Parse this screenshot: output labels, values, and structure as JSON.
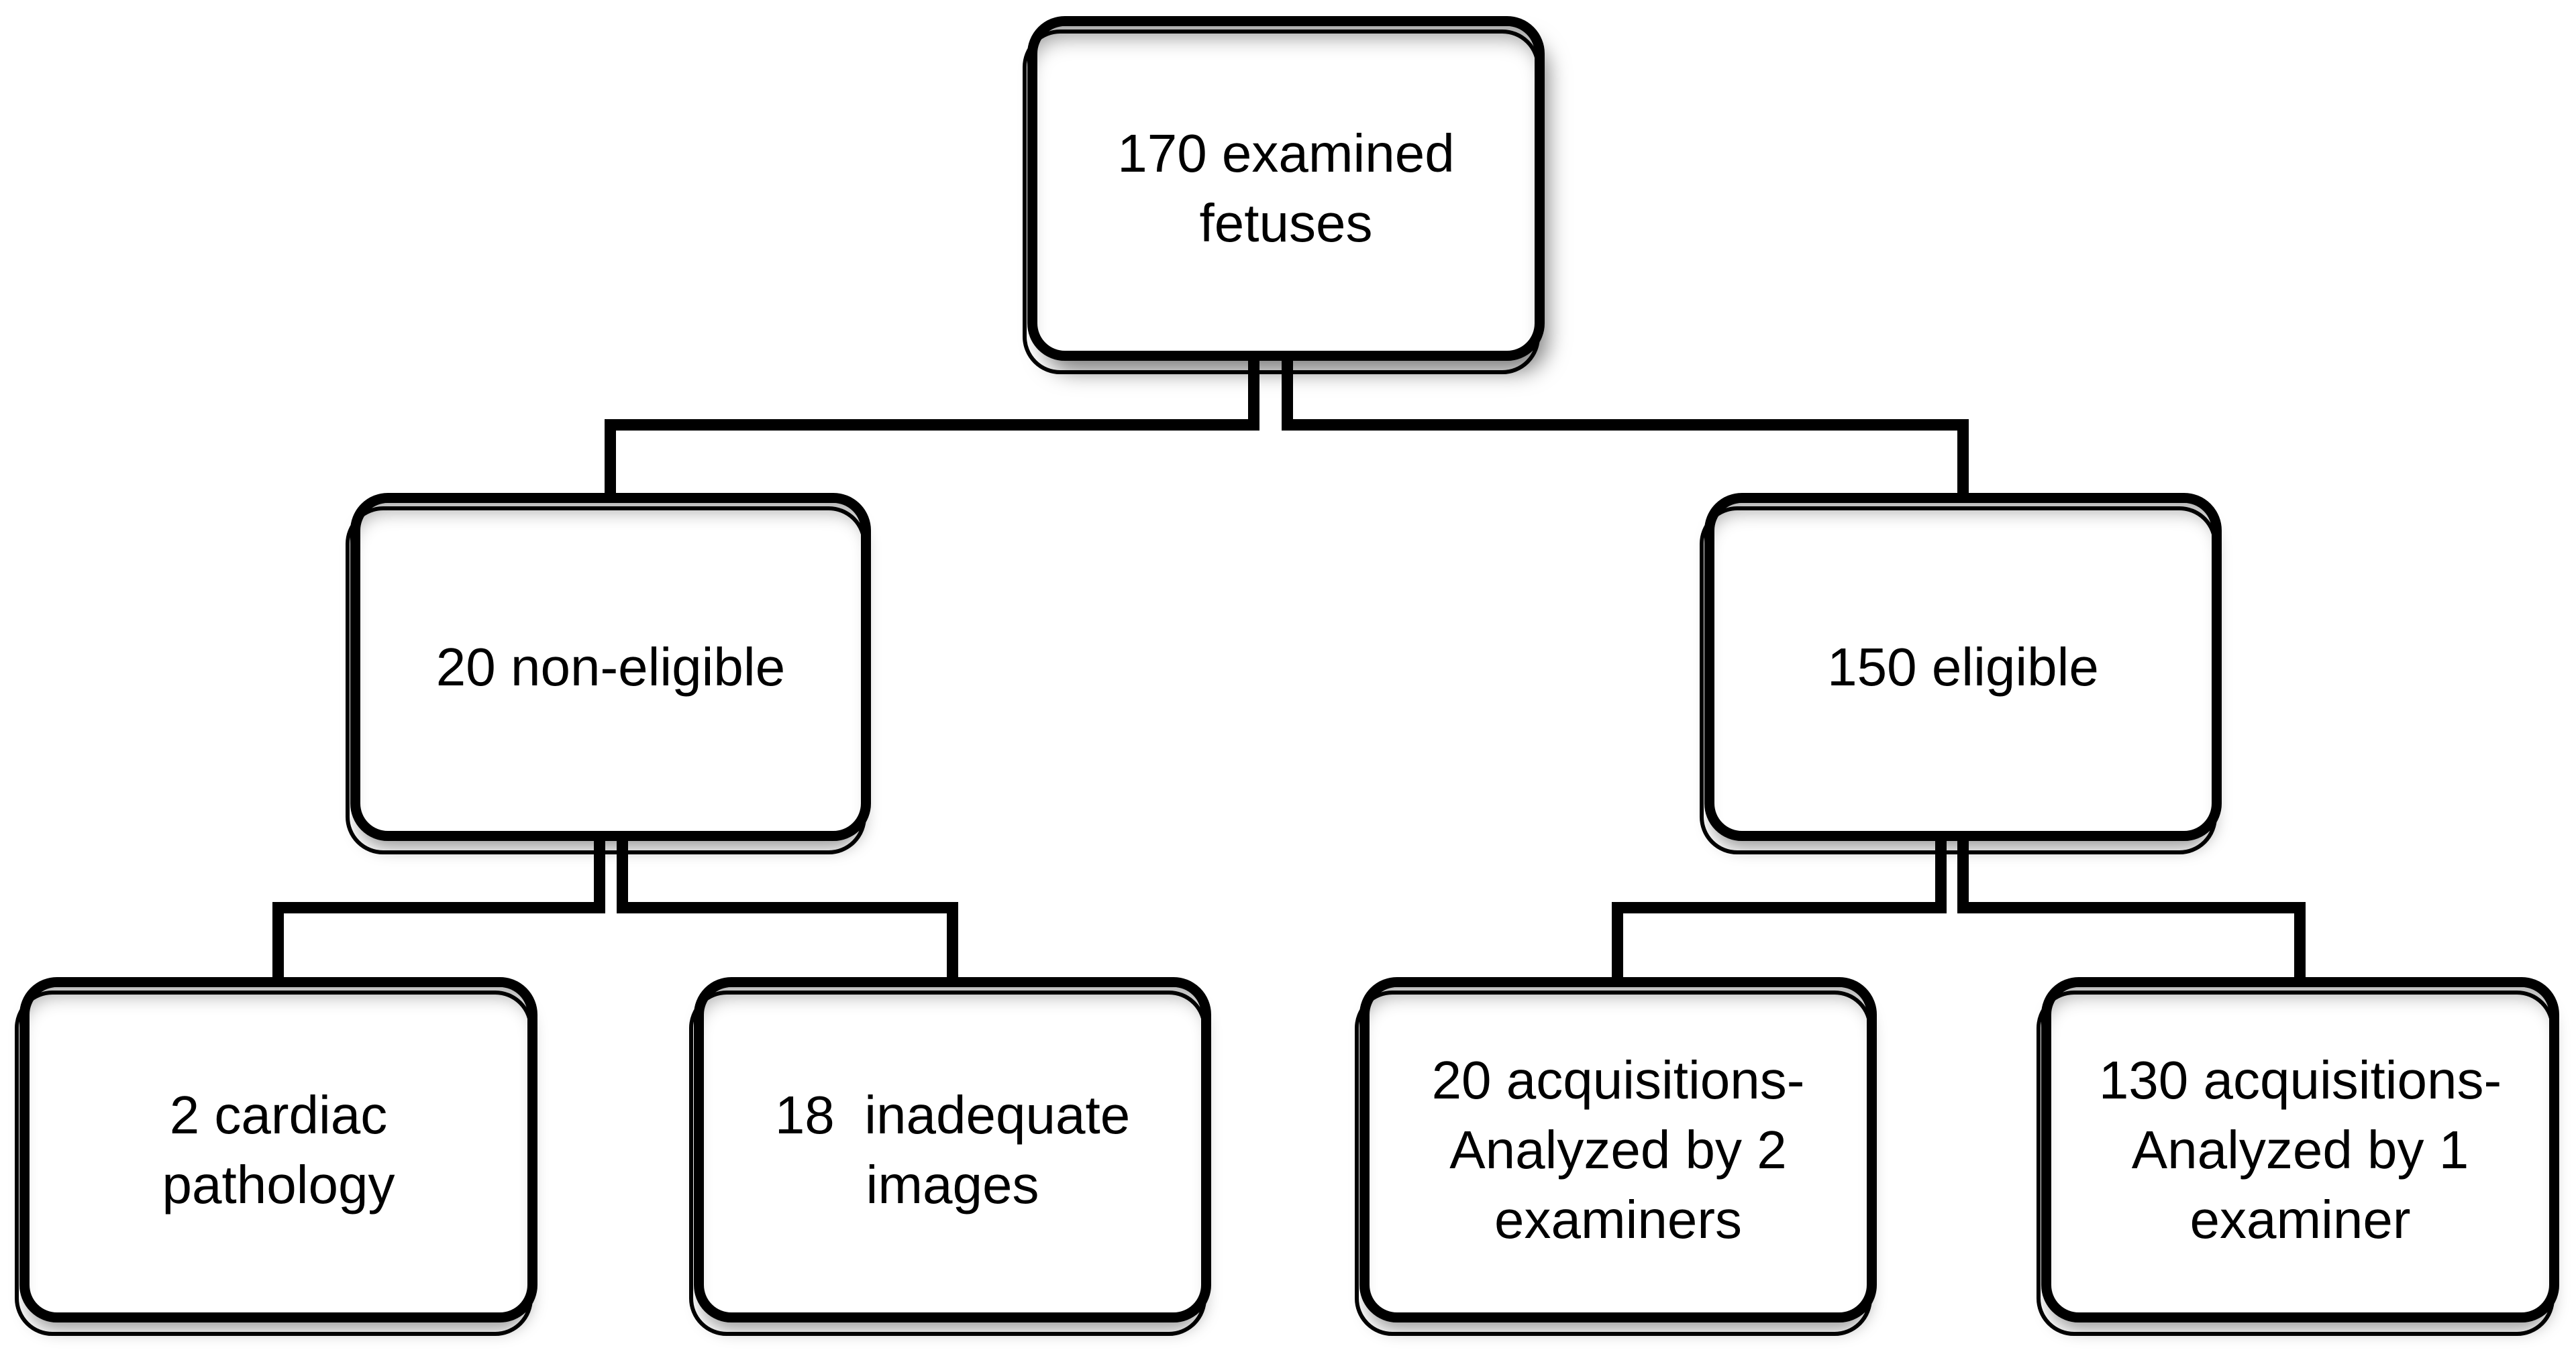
{
  "diagram": {
    "type": "flowchart",
    "colors": {
      "outline": "#000000",
      "fill": "#ffffff",
      "text": "#000000"
    },
    "nodes": {
      "root": {
        "label": "170 examined\nfetuses"
      },
      "noneligible": {
        "label": "20 non-eligible"
      },
      "eligible": {
        "label": "150 eligible"
      },
      "cardiac": {
        "label": "2 cardiac\npathology"
      },
      "inadequate": {
        "label": "18  inadequate\nimages"
      },
      "twoexam": {
        "label": "20 acquisitions-\nAnalyzed by 2\nexaminers"
      },
      "oneexam": {
        "label": "130 acquisitions-\nAnalyzed by 1\nexaminer"
      }
    },
    "edges": [
      {
        "from": "root",
        "to": "noneligible"
      },
      {
        "from": "root",
        "to": "eligible"
      },
      {
        "from": "noneligible",
        "to": "cardiac"
      },
      {
        "from": "noneligible",
        "to": "inadequate"
      },
      {
        "from": "eligible",
        "to": "twoexam"
      },
      {
        "from": "eligible",
        "to": "oneexam"
      }
    ]
  }
}
